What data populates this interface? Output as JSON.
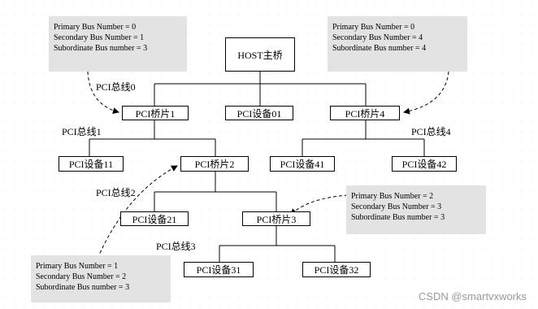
{
  "nodes": {
    "host": "HOST主桥",
    "bridge1": "PCI桥片1",
    "dev01": "PCI设备01",
    "bridge4": "PCI桥片4",
    "dev11": "PCI设备11",
    "bridge2": "PCI桥片2",
    "dev41": "PCI设备41",
    "dev42": "PCI设备42",
    "dev21": "PCI设备21",
    "bridge3": "PCI桥片3",
    "dev31": "PCI设备31",
    "dev32": "PCI设备32"
  },
  "buses": {
    "bus0": "PCI总线0",
    "bus1": "PCI总线1",
    "bus2": "PCI总线2",
    "bus3": "PCI总线3",
    "bus4": "PCI总线4"
  },
  "info": {
    "bridge1": [
      "Primary Bus Number = 0",
      "Secondary Bus Number = 1",
      "Subordinate Bus number = 3"
    ],
    "bridge4": [
      "Primary Bus Number = 0",
      "Secondary Bus Number = 4",
      "Subordinate Bus number = 4"
    ],
    "bridge3": [
      "Primary Bus Number = 2",
      "Secondary Bus Number = 3",
      "Subordinate Bus number = 3"
    ],
    "bridge2": [
      "Primary Bus Number = 1",
      "Secondary Bus Number = 2",
      "Subordinate Bus number = 3"
    ]
  },
  "watermark": "CSDN @smartvxworks"
}
